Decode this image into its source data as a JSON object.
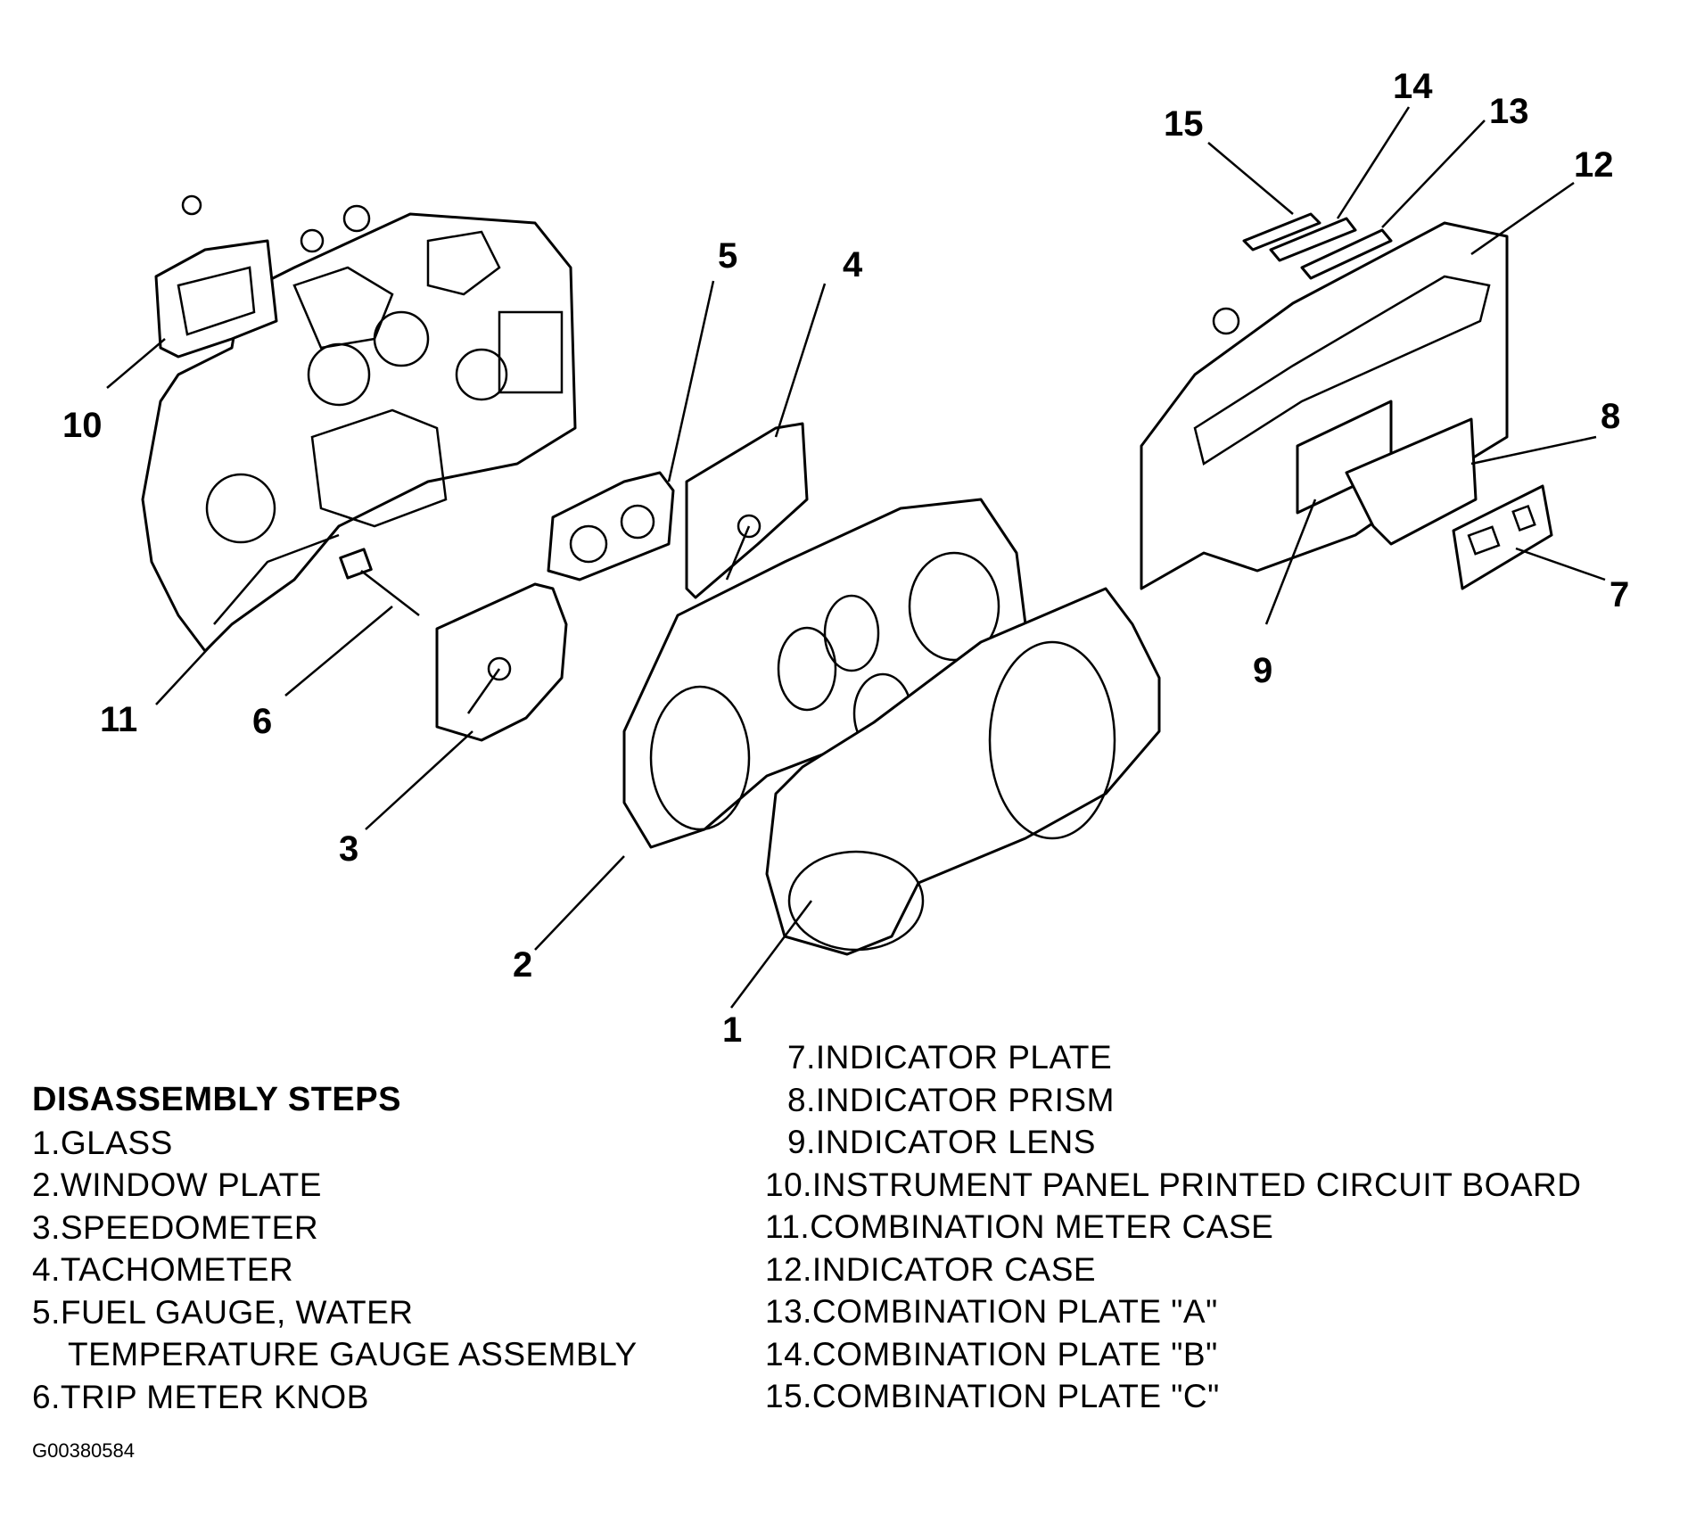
{
  "callouts": [
    "1",
    "2",
    "3",
    "4",
    "5",
    "6",
    "7",
    "8",
    "9",
    "10",
    "11",
    "12",
    "13",
    "14",
    "15"
  ],
  "legend": {
    "heading": "DISASSEMBLY STEPS",
    "left_items": [
      "1.GLASS",
      "2.WINDOW PLATE",
      "3.SPEEDOMETER",
      "4.TACHOMETER",
      "5.FUEL GAUGE, WATER",
      "TEMPERATURE GAUGE ASSEMBLY",
      "6.TRIP METER KNOB"
    ],
    "right_items": [
      "7.INDICATOR PLATE",
      "8.INDICATOR PRISM",
      "9.INDICATOR LENS",
      "10.INSTRUMENT PANEL PRINTED CIRCUIT BOARD",
      "11.COMBINATION METER CASE",
      "12.INDICATOR CASE",
      "13.COMBINATION PLATE \"A\"",
      "14.COMBINATION PLATE \"B\"",
      "15.COMBINATION PLATE \"C\""
    ]
  },
  "figure_id": "G00380584"
}
